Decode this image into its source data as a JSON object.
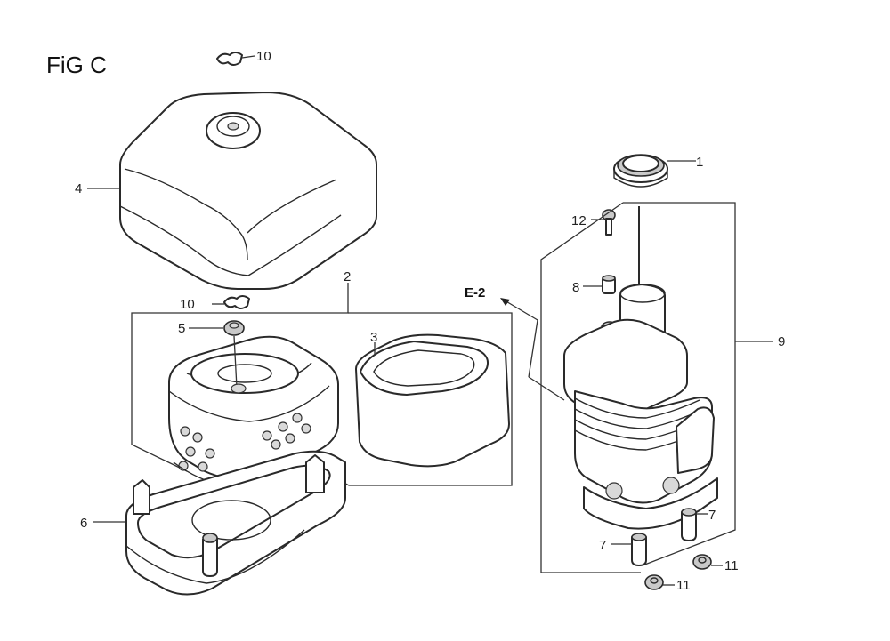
{
  "figure": {
    "title": "FiG C"
  },
  "labels": {
    "p1": "1",
    "p2": "2",
    "p3": "3",
    "p4": "4",
    "p5": "5",
    "p6": "6",
    "p7a": "7",
    "p7b": "7",
    "p8": "8",
    "p9": "9",
    "p10a": "10",
    "p10b": "10",
    "p11a": "11",
    "p11b": "11",
    "p12": "12",
    "ref_e2": "E-2"
  }
}
